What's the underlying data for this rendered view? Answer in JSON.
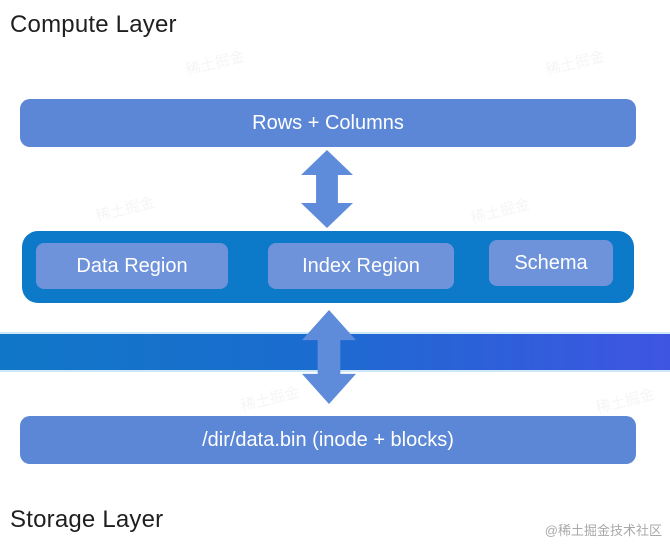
{
  "page": {
    "background": "#ffffff"
  },
  "layers": {
    "compute_label": "Compute Layer",
    "storage_label": "Storage Layer"
  },
  "compute": {
    "rows_columns_label": "Rows + Columns"
  },
  "regions": {
    "items": [
      {
        "label": "Data Region"
      },
      {
        "label": "Index Region"
      },
      {
        "label": "Schema"
      }
    ]
  },
  "storage": {
    "file_label": "/dir/data.bin (inode + blocks)"
  },
  "icons": {
    "top_arrow": "double-headed-vertical-arrow",
    "bottom_arrow": "double-headed-vertical-arrow"
  },
  "colors": {
    "box_blue": "#5b87d6",
    "inner_box_blue": "#6e93db",
    "container_blue": "#0d79c9",
    "arrow_blue": "#5e8cda",
    "band_gradient_left": "#1077c7",
    "band_gradient_right": "#3f55e2",
    "title_text": "#1f1f1f",
    "box_text": "#ffffff"
  },
  "watermark": {
    "credit": "@稀土掘金技术社区",
    "diagonal": "稀土掘金"
  }
}
